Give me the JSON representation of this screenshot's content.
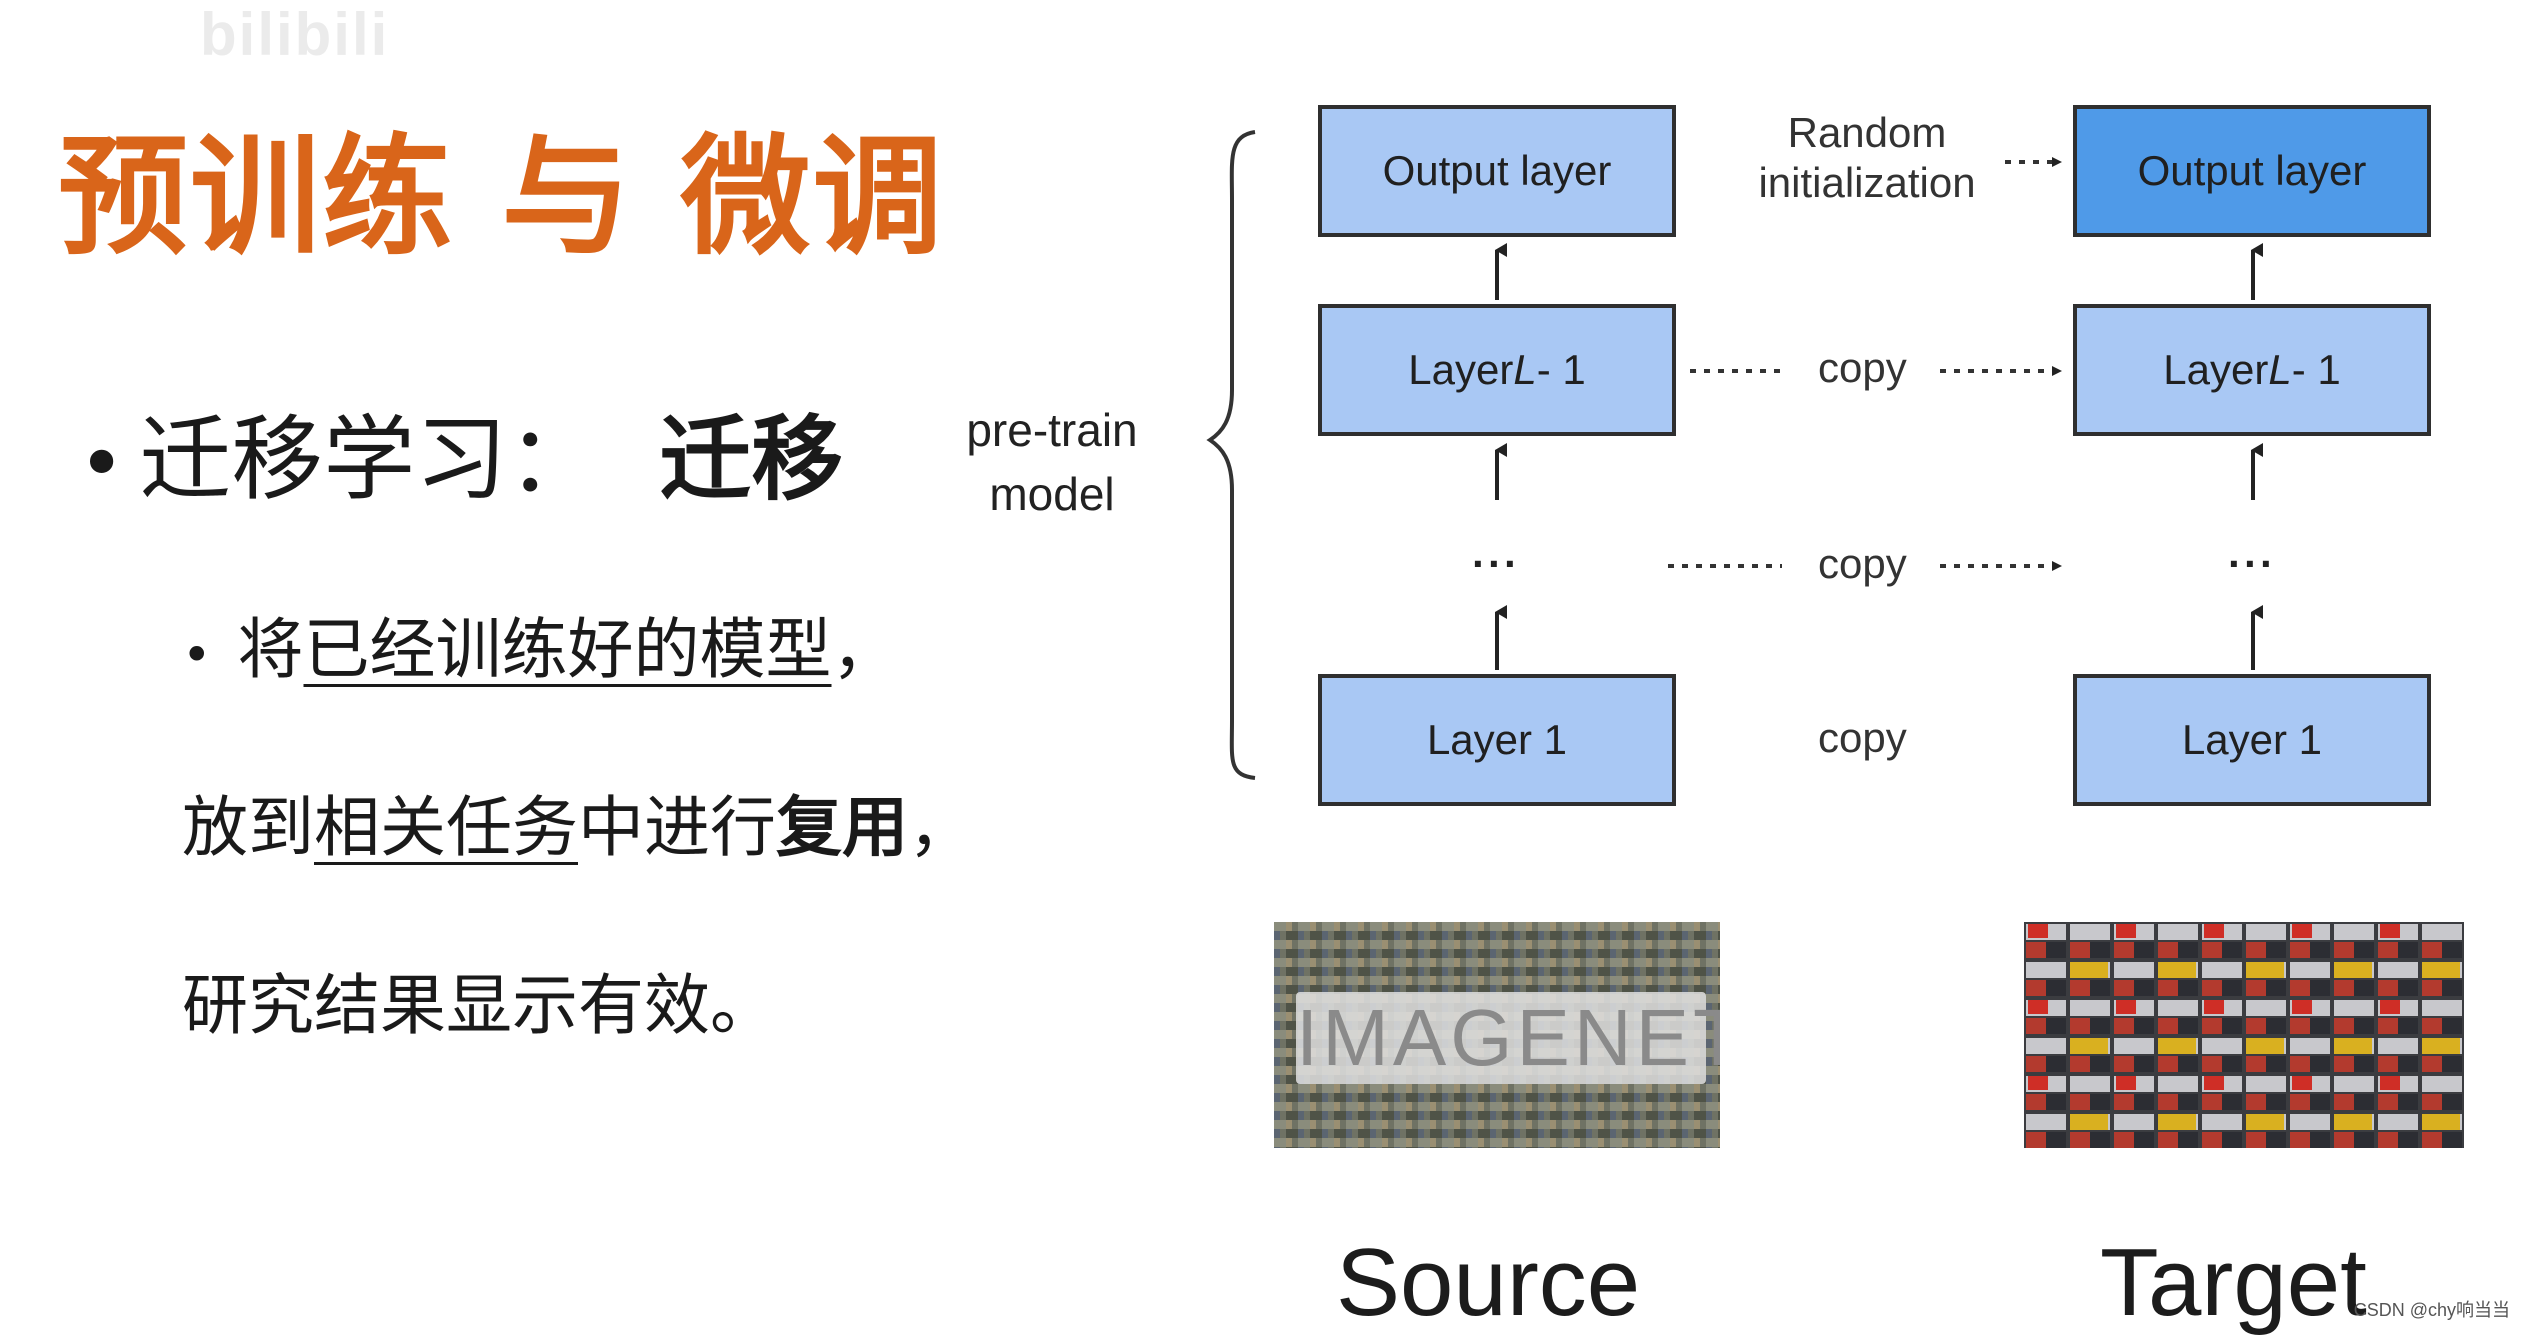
{
  "watermark": {
    "text": "bilibili",
    "left_text": ""
  },
  "slide": {
    "title": "预训练 与 微调",
    "bullet": {
      "lead": "迁移学习：",
      "emphasis": "迁移"
    },
    "sub_lines": {
      "line1_pre": "将",
      "line1_underlined": "已经训练好的模型",
      "line1_post": "，",
      "line2_pre": "放到",
      "line2_underlined": "相关任务",
      "line2_mid": "中进行",
      "line2_bold": "复用",
      "line2_post": "，",
      "line3": "研究结果显示有效。"
    }
  },
  "diagram": {
    "pretrain_label": [
      "pre-train",
      "model"
    ],
    "source_layers": {
      "output": "Output layer",
      "layer_l_minus_1_prefix": "Layer ",
      "layer_l_minus_1_var": "L",
      "layer_l_minus_1_suffix": " - 1",
      "ellipsis": "···",
      "layer_1": "Layer 1"
    },
    "target_layers": {
      "output": "Output layer",
      "layer_l_minus_1_prefix": "Layer ",
      "layer_l_minus_1_var": "L",
      "layer_l_minus_1_suffix": " - 1",
      "ellipsis": "···",
      "layer_1": "Layer 1"
    },
    "random_init_label": [
      "Random",
      "initialization"
    ],
    "copy_label": "copy",
    "source_image_label": "IMAGENET",
    "source_caption": "Source",
    "target_caption": "Target",
    "colors": {
      "layer_fill": "#a9c8f4",
      "target_output_fill": "#4f9ae8",
      "border": "#2f2f2f",
      "title_orange": "#d9651a"
    }
  },
  "footer": {
    "credit": "CSDN @chy响当当"
  }
}
